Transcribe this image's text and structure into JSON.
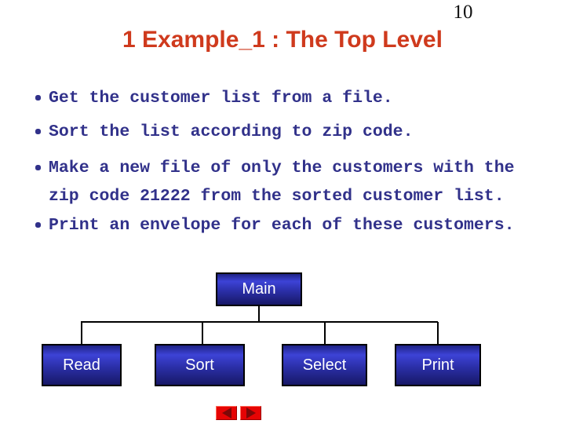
{
  "page_number": "10",
  "title": "1 Example_1 : The Top Level",
  "bullets": {
    "items": [
      {
        "lines": [
          "Get the customer list from a file."
        ]
      },
      {
        "lines": [
          "Sort the list according to zip code."
        ]
      },
      {
        "lines": [
          "Make a new file of only the customers with the",
          "zip code 21222 from the sorted customer list."
        ]
      },
      {
        "lines": [
          "Print an envelope for each of these customers."
        ]
      }
    ]
  },
  "diagram": {
    "root": {
      "label": "Main"
    },
    "children": [
      {
        "label": "Read"
      },
      {
        "label": "Sort"
      },
      {
        "label": "Select"
      },
      {
        "label": "Print"
      }
    ]
  },
  "nav": {
    "prev_icon": "left-arrow",
    "next_icon": "right-arrow"
  },
  "colors": {
    "title": "#cf3a1d",
    "bullet_text": "#31318a",
    "box_fill_bright": "#3d43d6",
    "box_fill_dark": "#171867",
    "box_text": "#ffffff",
    "nav_button": "#e60404",
    "nav_arrow": "#7d0808"
  }
}
